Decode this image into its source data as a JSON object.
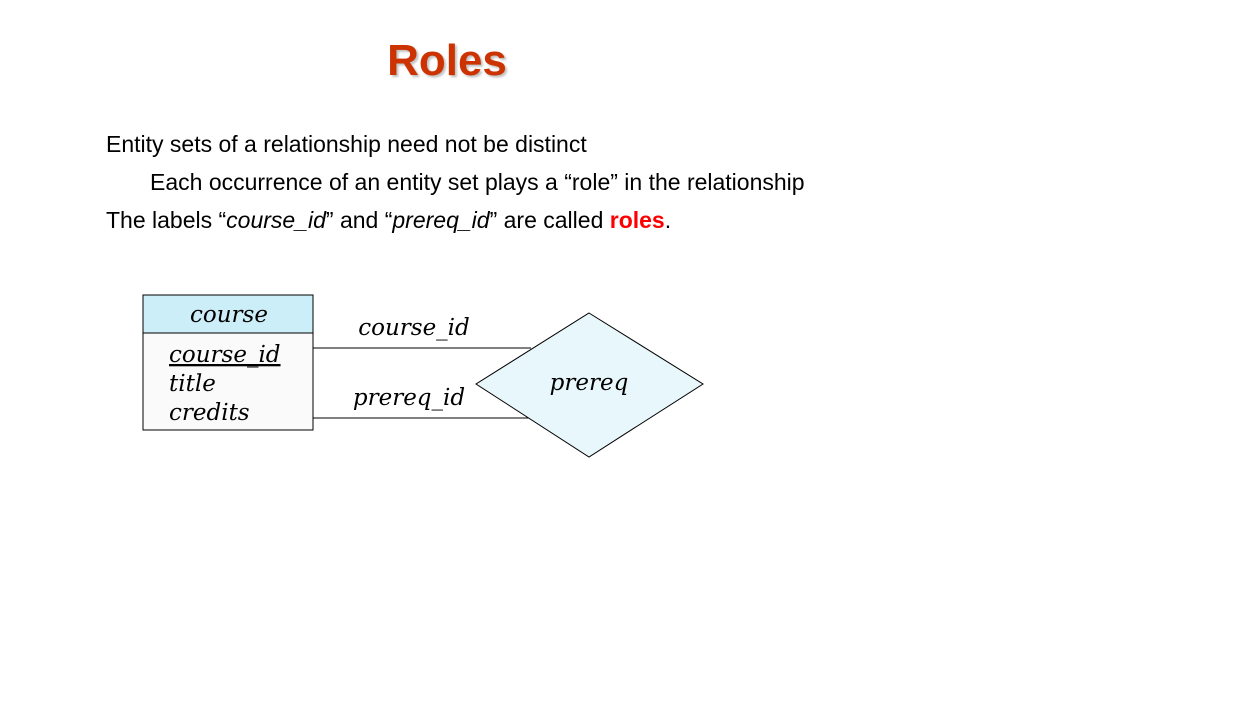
{
  "slide": {
    "title": "Roles",
    "bullets": {
      "line1": "Entity sets of a relationship need not be distinct",
      "line2": "Each occurrence of an entity set plays a “role” in the relationship",
      "line3_prefix": "The labels “",
      "line3_role1": "course_id",
      "line3_mid": "” and “",
      "line3_role2": "prereq_id",
      "line3_suffix": "” are called ",
      "line3_roles_word": "roles",
      "line3_end": "."
    }
  },
  "diagram": {
    "entity": {
      "name": "course",
      "attributes": [
        {
          "name": "course_id",
          "primary_key": true
        },
        {
          "name": "title",
          "primary_key": false
        },
        {
          "name": "credits",
          "primary_key": false
        }
      ],
      "header_color": "#cceef8",
      "body_color": "#fafafa"
    },
    "relationship": {
      "name": "prereq",
      "fill_color": "#e8f7fb"
    },
    "role_labels": {
      "top": "course_id",
      "bottom": "prereq_id"
    }
  },
  "colors": {
    "title": "#cc3300",
    "roles_highlight": "#ff0000"
  }
}
